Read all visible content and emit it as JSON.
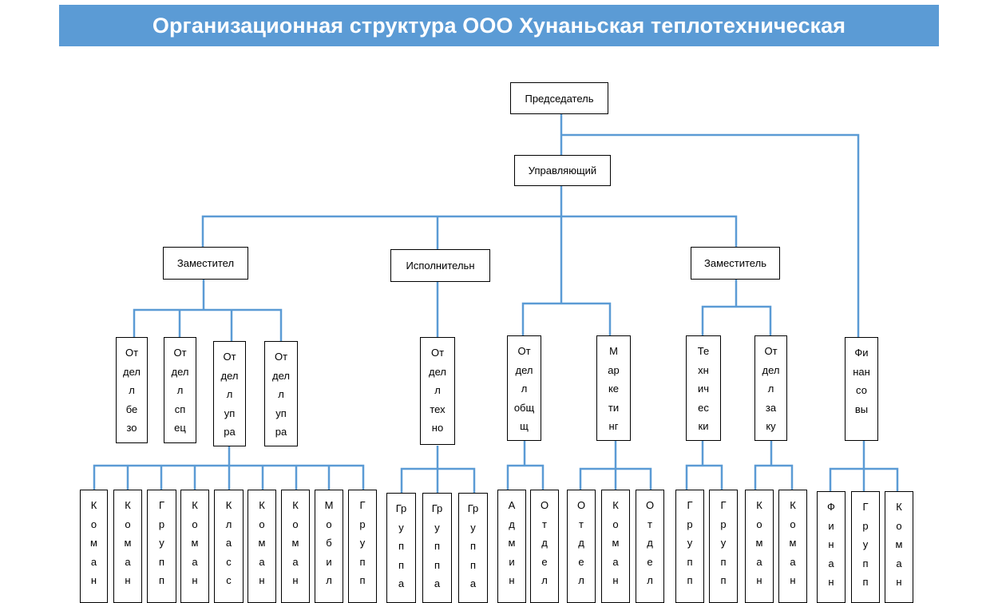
{
  "title": "Организационная структура ООО Хунаньская теплотехническая",
  "nodes": {
    "chairman": "Председатель",
    "manager": "Управляющий",
    "deputy_left": "Заместител",
    "executive": "Исполнительн",
    "deputy_right": "Заместитель"
  },
  "departments": {
    "d1": "От\nдел\nл\nбе\nзо",
    "d2": "От\nдел\nл\nсп\nец",
    "d3": "От\nдел\nл\nуп\nра",
    "d4": "От\nдел\nл\nуп\nра",
    "d5": "От\nдел\nл\nтех\nно",
    "d6": "От\nдел\nл\nобщ\nщ",
    "d7": "М\nар\nке\nти\nнг",
    "d8": "Те\nхн\nич\nес\nки",
    "d9": "От\nдел\nл\nза\nку",
    "d10": "Фи\nнан\nсо\nвы"
  },
  "units": {
    "u1": "К\nо\nм\nа\nн",
    "u2": "К\nо\nм\nа\nн",
    "u3": "Г\nр\nу\nп\nп",
    "u4": "К\nо\nм\nа\nн",
    "u5": "К\nл\nа\nс\nс",
    "u6": "К\nо\nм\nа\nн",
    "u7": "К\nо\nм\nа\nн",
    "u8": "М\nо\nб\nи\nл",
    "u9": "Г\nр\nу\nп\nп",
    "u10": "Гр\nу\nп\nп\nа",
    "u11": "Гр\nу\nп\nп\nа",
    "u12": "Гр\nу\nп\nп\nа",
    "u13": "А\nд\nм\nи\nн",
    "u14": "О\nт\nд\nе\nл",
    "u15": "О\nт\nд\nе\nл",
    "u16": "К\nо\nм\nа\nн",
    "u17": "О\nт\nд\nе\nл",
    "u18": "Г\nр\nу\nп\nп",
    "u19": "Г\nр\nу\nп\nп",
    "u20": "К\nо\nм\nа\nн",
    "u21": "К\nо\nм\nа\nн",
    "u22": "Ф\nи\nн\nа\nн",
    "u23": "Г\nр\nу\nп\nп",
    "u24": "К\nо\nм\nа\nн"
  },
  "colors": {
    "title_bg": "#5b9bd5",
    "connector": "#5b9bd5",
    "title_text": "#ffffff"
  }
}
